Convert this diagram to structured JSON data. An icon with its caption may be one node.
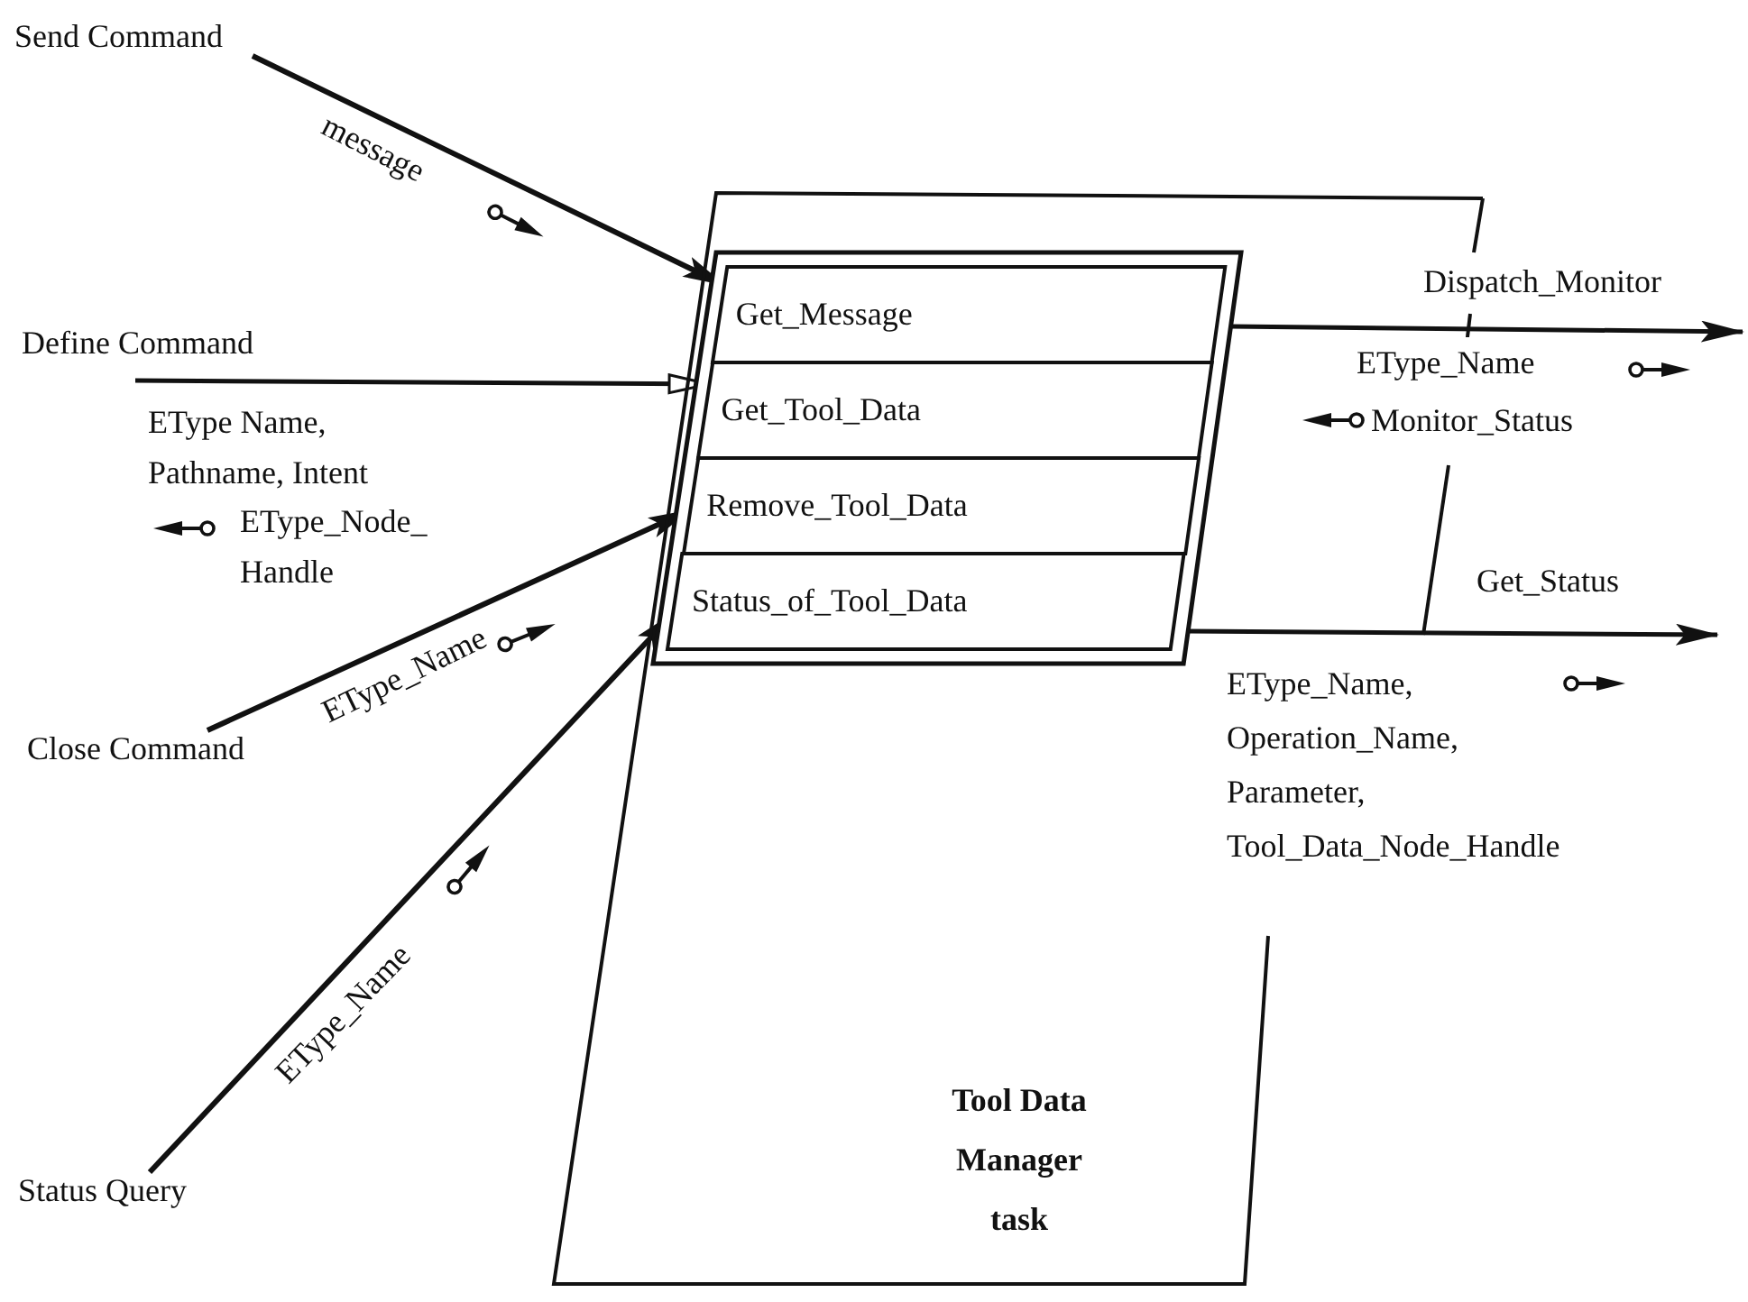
{
  "diagram": {
    "nodes": [
      {
        "text": [
          "Send Command"
        ]
      },
      {
        "text": [
          "Define Command"
        ]
      },
      {
        "text": [
          "Close Command"
        ]
      },
      {
        "text": [
          "Status Query"
        ]
      },
      {
        "text": [
          "Tool Data Manager task"
        ]
      },
      {
        "text": [],
        "shape": "box",
        "in": 4
      },
      {
        "text": [
          "Get_Message"
        ],
        "in": 5
      },
      {
        "text": [
          "Get_Tool_Data"
        ],
        "in": 5
      },
      {
        "text": [
          "Remove_Tool_Data"
        ],
        "in": 5
      },
      {
        "text": [
          "Status_of_Tool_Data"
        ],
        "in": 5
      }
    ],
    "edges": [
      {
        "from": 0,
        "to": 6,
        "arrow": "to",
        "label": "message"
      },
      {
        "from": 1,
        "to": 7,
        "arrow": "to",
        "label": "EType Name, Pathname, Intent"
      },
      {
        "from": 2,
        "to": 8,
        "arrow": "to",
        "label": "EType_Name"
      },
      {
        "from": 3,
        "to": 9,
        "arrow": "to",
        "label": "EType_Name"
      },
      {
        "from": 5,
        "to": null,
        "arrow": "to",
        "label": "Dispatch_Monitor"
      },
      {
        "from": 5,
        "to": null,
        "arrow": "to",
        "label": "Get_Status"
      }
    ],
    "labels": [
      "EType_Node_ Handle",
      "EType_Name",
      "Monitor_Status",
      "EType_Name, Operation_Name, Parameter, Tool_Data_Node_Handle"
    ]
  }
}
